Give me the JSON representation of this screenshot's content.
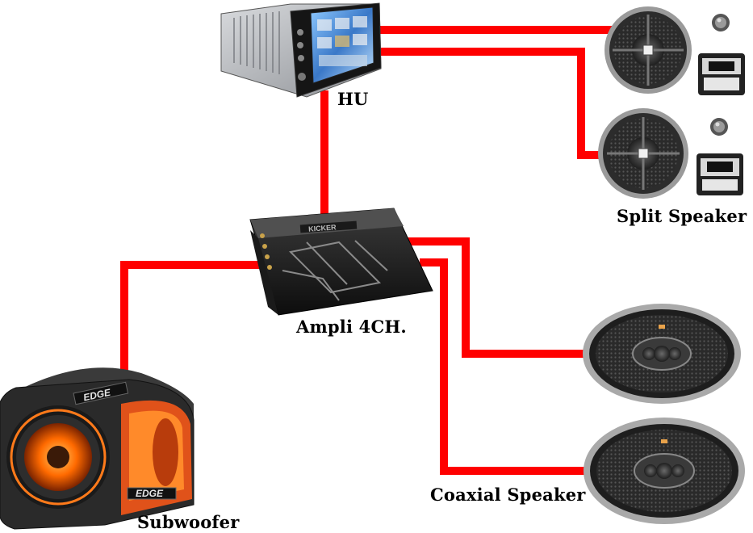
{
  "labels": {
    "head_unit": "HU",
    "amplifier": "Ampli 4CH.",
    "split_speaker": "Split Speaker",
    "coaxial_speaker": "Coaxial Speaker",
    "subwoofer": "Subwoofer"
  },
  "device_logos": {
    "amplifier": "KICKER",
    "subwoofer_front": "EDGE",
    "subwoofer_top": "EDGE"
  },
  "colors": {
    "wire": "#ff0000",
    "background": "#ffffff"
  }
}
